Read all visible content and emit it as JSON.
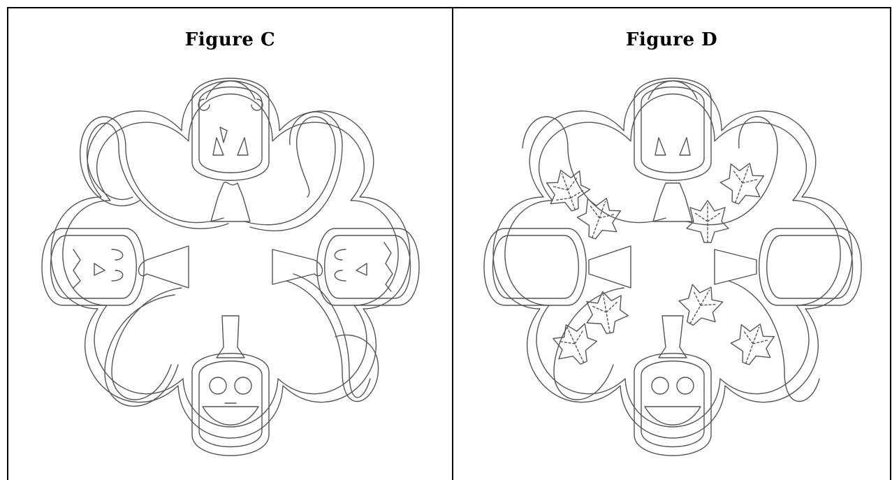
{
  "figures": [
    {
      "id": "C",
      "title": "Figure C"
    },
    {
      "id": "D",
      "title": "Figure D"
    }
  ],
  "colors": {
    "line": "#555555",
    "border": "#000000",
    "background": "#ffffff"
  },
  "icons": [
    "jack-o-lantern-icon",
    "maple-leaf-icon",
    "pumpkin-stem-icon",
    "curly-vine-icon"
  ]
}
